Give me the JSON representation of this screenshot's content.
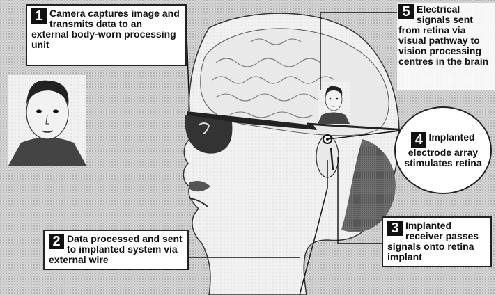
{
  "steps": [
    {
      "num": "1",
      "text": "Camera captures image and transmits data to an external body-worn processing unit"
    },
    {
      "num": "2",
      "text": "Data processed and sent to implanted system via external wire"
    },
    {
      "num": "3",
      "text": "Implanted receiver passes signals onto retina implant"
    },
    {
      "num": "4",
      "text": "Implanted electrode array stimulates retina"
    },
    {
      "num": "5",
      "text": "Electrical signals sent from retina via visual pathway to vision processing centres in the brain"
    }
  ],
  "colors": {
    "ink": "#111111",
    "paper": "#ffffff",
    "stipple": "#cfcfcf"
  }
}
